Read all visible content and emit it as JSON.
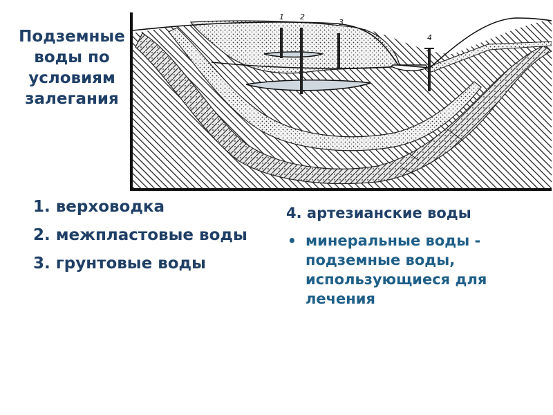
{
  "title": "Подземные воды по условиям залегания",
  "diagram": {
    "labels": [
      "1",
      "2",
      "3",
      "4"
    ]
  },
  "left_items": [
    "1. верховодка",
    "2. межпластовые воды",
    "3. грунтовые воды"
  ],
  "right_items": {
    "numbered": "4. артезианские воды",
    "bullet_text": "минеральные воды - подземные воды, использующиеся для лечения",
    "bullet_glyph": "•"
  },
  "colors": {
    "title": "#1f3f66",
    "bullet_text": "#1f5f88"
  }
}
